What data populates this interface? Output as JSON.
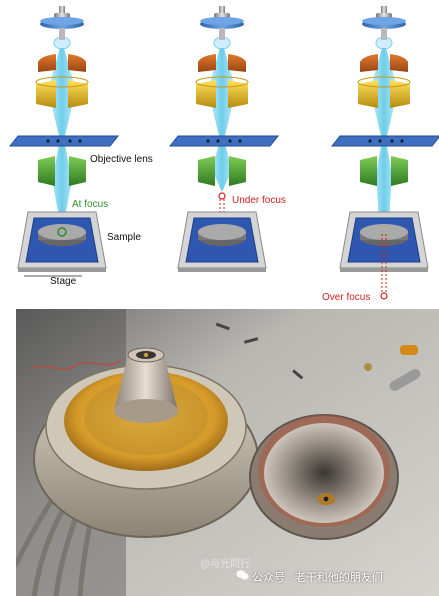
{
  "diagram": {
    "labels": {
      "objective_lens": "Objective lens",
      "at_focus": "At focus",
      "sample": "Sample",
      "stage": "Stage",
      "under_focus": "Under focus",
      "over_focus": "Over focus"
    },
    "colors": {
      "beam": "#8fdcf0",
      "gun": "#3d7dc8",
      "condenser_top": "#d2691e",
      "condenser_mid": "#e3b52b",
      "objective": "#4fa23a",
      "aperture_plate": "#3f6fc0",
      "stage": "#c9c9c9",
      "at_focus_text": "#2e8b2e",
      "defocus_text": "#d02020"
    }
  },
  "photo": {
    "watermark_left": "@与光同行",
    "watermark_right": "公众号 · 老干和他的朋友们",
    "watermark_icon": "wechat-icon"
  }
}
